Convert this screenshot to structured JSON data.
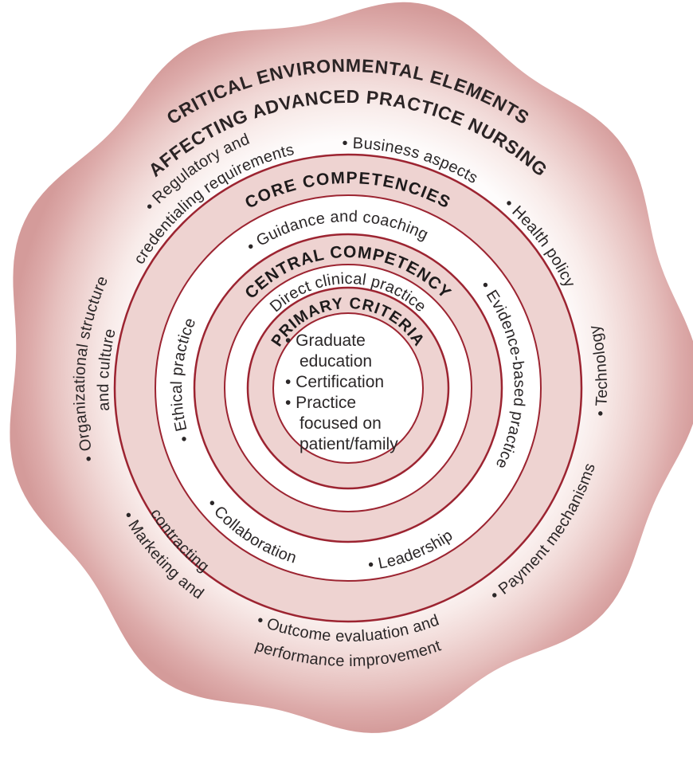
{
  "figure": {
    "title": {
      "line1": "CRITICAL ENVIRONMENTAL ELEMENTS",
      "line2": "AFFECTING ADVANCED PRACTICE NURSING"
    },
    "rings": {
      "core_label": "CORE COMPETENCIES",
      "central_label": "CENTRAL COMPETENCY",
      "primary_label": "PRIMARY CRITERIA"
    },
    "central_competency_item": "Direct clinical practice",
    "core_competency_items": {
      "guidance": "• Guidance and coaching",
      "ethical": "• Ethical practice",
      "evidence": "• Evidence-based practice",
      "collaboration": "• Collaboration",
      "leadership": "• Leadership"
    },
    "primary_criteria_lines": [
      "• Graduate",
      "education",
      "• Certification",
      "• Practice",
      "focused on",
      "patient/family"
    ],
    "environment_items": {
      "regulatory_l1": "• Regulatory and",
      "regulatory_l2": "credentialing requirements",
      "business": "• Business aspects",
      "health_policy": "• Health policy",
      "technology": "• Technology",
      "payment": "• Payment mechanisms",
      "outcome_l1": "• Outcome evaluation and",
      "outcome_l2": "performance improvement",
      "marketing_l1": "• Marketing and",
      "marketing_l2": "contracting",
      "org_l1": "• Organizational structure",
      "org_l2": "and culture"
    },
    "colors": {
      "band_fill": "#eed3d1",
      "band_stroke": "#9c2431",
      "inner_fill": "#ffffff",
      "blob_edge": "#d49b9a",
      "text_dark": "#231f20"
    }
  }
}
